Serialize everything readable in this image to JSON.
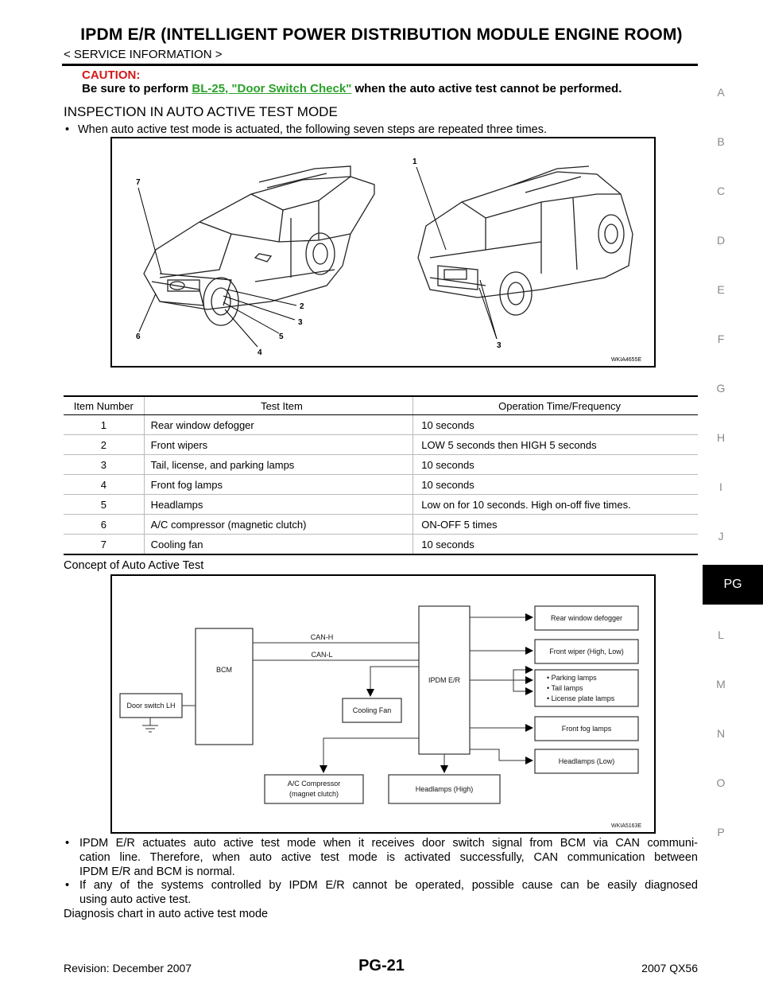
{
  "header": {
    "title": "IPDM E/R (INTELLIGENT POWER DISTRIBUTION MODULE ENGINE ROOM)",
    "section": "< SERVICE INFORMATION >"
  },
  "caution": {
    "label": "CAUTION:",
    "text_before": "Be sure to perform ",
    "link": "BL-25, \"Door Switch Check\"",
    "text_after": " when the auto active test cannot be performed."
  },
  "inspection": {
    "heading": "INSPECTION IN AUTO ACTIVE TEST MODE",
    "bullet": "When auto active test mode is actuated, the following seven steps are repeated three times."
  },
  "vehicle_figure": {
    "code": "WKIA4655E",
    "callouts": [
      "1",
      "2",
      "3",
      "3",
      "4",
      "5",
      "6",
      "7"
    ]
  },
  "table": {
    "headers": [
      "Item Number",
      "Test Item",
      "Operation Time/Frequency"
    ],
    "rows": [
      [
        "1",
        "Rear window defogger",
        "10 seconds"
      ],
      [
        "2",
        "Front wipers",
        "LOW 5 seconds then HIGH 5 seconds"
      ],
      [
        "3",
        "Tail, license, and parking lamps",
        "10 seconds"
      ],
      [
        "4",
        "Front fog lamps",
        "10 seconds"
      ],
      [
        "5",
        "Headlamps",
        "Low on for 10 seconds. High on-off five times."
      ],
      [
        "6",
        "A/C compressor (magnetic clutch)",
        "ON-OFF 5 times"
      ],
      [
        "7",
        "Cooling fan",
        "10 seconds"
      ]
    ]
  },
  "concept": {
    "title": "Concept of Auto Active Test",
    "code": "WKIA5163E",
    "labels": {
      "bcm": "BCM",
      "door_switch": "Door switch LH",
      "can_h": "CAN-H",
      "can_l": "CAN-L",
      "ipdm": "IPDM E/R",
      "cooling_fan": "Cooling Fan",
      "ac_line1": "A/C Compressor",
      "ac_line2": "(magnet clutch)",
      "headlamps_high": "Headlamps (High)",
      "rear_defogger": "Rear window defogger",
      "front_wiper": "Front wiper (High, Low)",
      "parking_lamps": "Parking lamps",
      "tail_lamps": "Tail lamps",
      "license_lamps": "License plate lamps",
      "front_fog": "Front fog lamps",
      "headlamps_low": "Headlamps (Low)"
    }
  },
  "bullets": [
    {
      "line1": "IPDM E/R actuates auto active test mode when it receives door switch signal from BCM via CAN communi-",
      "line2": "cation line. Therefore, when auto active test mode is activated successfully, CAN communication between",
      "line3": "IPDM E/R and BCM is normal."
    },
    {
      "line1": "If any of the systems controlled by IPDM E/R cannot be operated, possible cause can be easily diagnosed",
      "line2": "using auto active test."
    }
  ],
  "diagnosis_caption": "Diagnosis chart in auto active test mode",
  "sidebar": {
    "letters": [
      "A",
      "B",
      "C",
      "D",
      "E",
      "F",
      "G",
      "H",
      "I",
      "J",
      "L",
      "M",
      "N",
      "O",
      "P"
    ],
    "active": "PG"
  },
  "footer": {
    "revision": "Revision: December 2007",
    "page": "PG-21",
    "model": "2007 QX56"
  }
}
